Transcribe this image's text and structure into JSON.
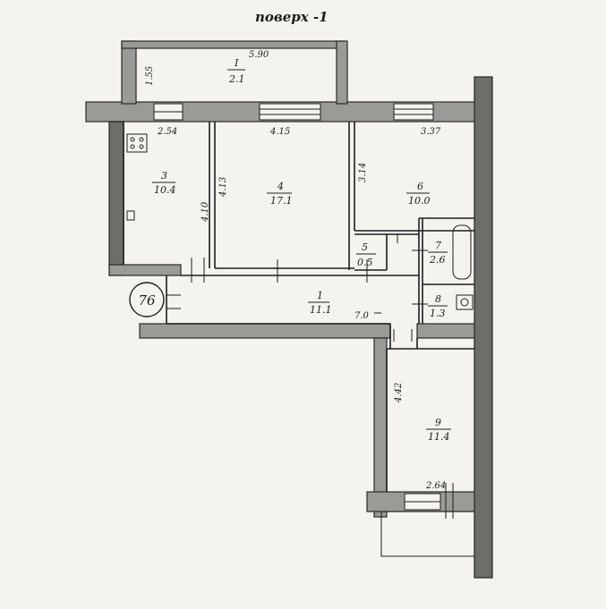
{
  "header": {
    "floor_label": "поверх -1"
  },
  "apartment_badge": "76",
  "rooms": [
    {
      "id": "loggia-top",
      "number": "I",
      "area": "2.1"
    },
    {
      "id": "room-1",
      "number": "1",
      "area": "11.1"
    },
    {
      "id": "room-3",
      "number": "3",
      "area": "10.4"
    },
    {
      "id": "room-4",
      "number": "4",
      "area": "17.1"
    },
    {
      "id": "room-5",
      "number": "5",
      "area": "0.5"
    },
    {
      "id": "room-6",
      "number": "6",
      "area": "10.0"
    },
    {
      "id": "room-7",
      "number": "7",
      "area": "2.6"
    },
    {
      "id": "room-8",
      "number": "8",
      "area": "1.3"
    },
    {
      "id": "room-9",
      "number": "9",
      "area": "11.4"
    }
  ],
  "dimensions": {
    "loggia_width": "5.90",
    "loggia_depth": "1.55",
    "kitchen_width": "2.54",
    "kitchen_depth": "4.10",
    "room4_width": "4.15",
    "room4_depth": "4.13",
    "room6_width": "3.37",
    "room6_depth": "3.14",
    "corridor_length": "7.0",
    "room9_depth": "4.42",
    "room9_width": "2.64"
  }
}
